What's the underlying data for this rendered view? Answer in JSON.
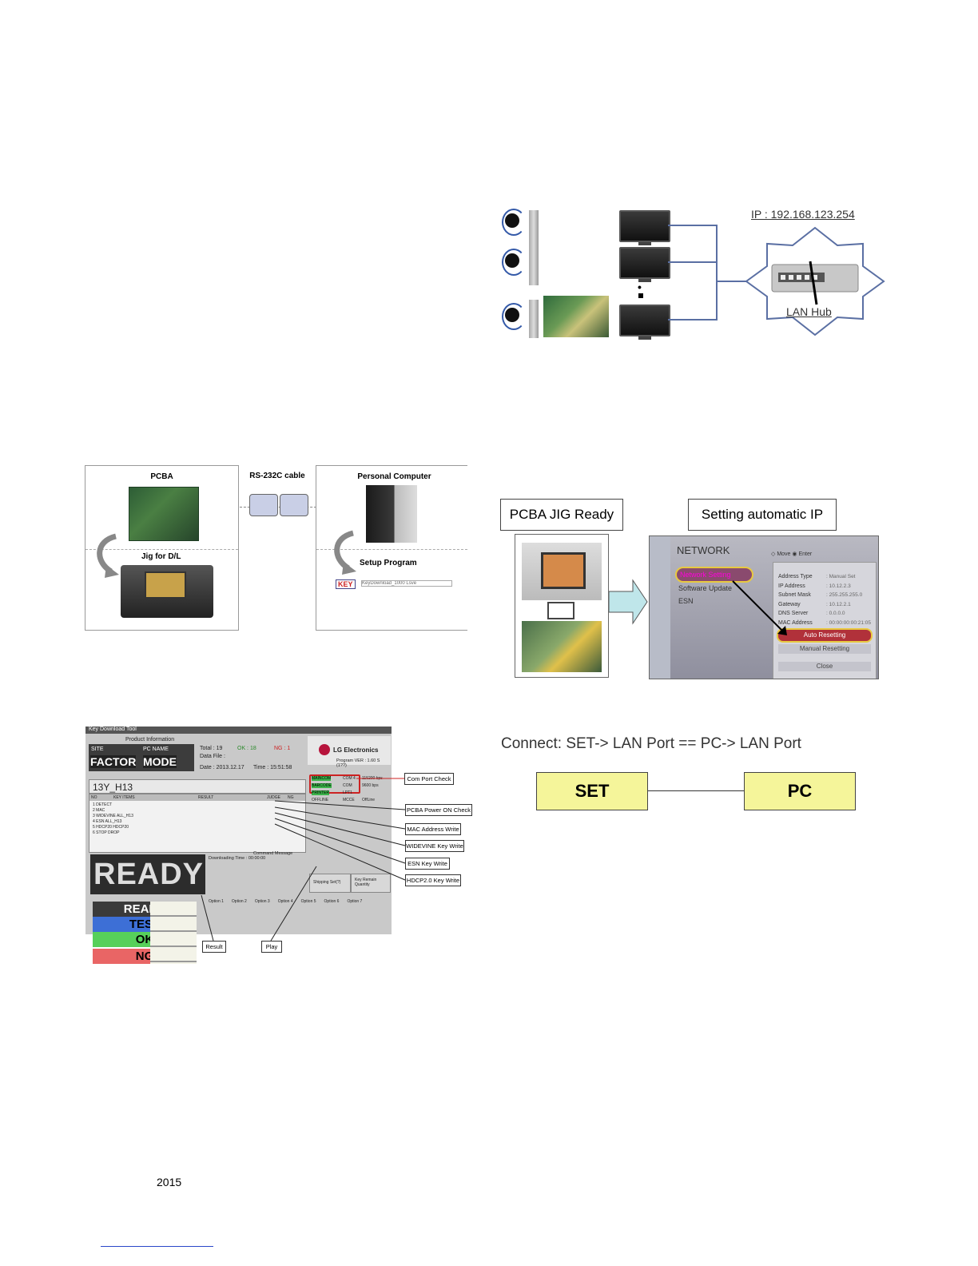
{
  "network": {
    "ip_label": "IP : 192.168.123.254",
    "hub_label": "LAN Hub",
    "dots": "•"
  },
  "pcba_diagram": {
    "pcba_title": "PCBA",
    "cable_title": "RS-232C cable",
    "pc_title": "Personal Computer",
    "jig_title": "Jig for D/L",
    "setup_title": "Setup Program",
    "key_logo": "KEY",
    "key_caption": "KeyDownload_1000 Lsve"
  },
  "jig_ready": {
    "left_label": "PCBA JIG Ready",
    "right_label": "Setting automatic IP",
    "menu_title": "NETWORK",
    "menu_hint": "◇ Move  ◉ Enter",
    "menu_items": [
      "Network Setting",
      "Software Update",
      "ESN"
    ],
    "fields": [
      "Address Type",
      "IP Address",
      "Subnet Mask",
      "Gateway",
      "DNS Server",
      "MAC Address"
    ],
    "values": [
      ": Manual Set",
      ": 10.12.2.3",
      ": 255.255.255.0",
      ": 10.12.2.1",
      ": 0.0.0.0",
      ": 00:00:00:00:21:05"
    ],
    "btn_auto": "Auto Resetting",
    "btn_manual": "Manual Resetting",
    "btn_close": "Close"
  },
  "tool": {
    "title": "Key Download Tool",
    "product_info": "Product Information",
    "site": "SITE",
    "pc_name": "PC NAME",
    "factor": "FACTOR",
    "mode": "MODE",
    "total": "Total : 19",
    "ok": "OK : 18",
    "ng": "NG : 1",
    "date_file": "Data File :",
    "date": "Date : 2013.12.17",
    "time": "Time : 15:51:58",
    "lg": "LG Electronics",
    "program_ver": "Program VER : 1.60 S (1??)",
    "ini_file": "13Y_H13",
    "cols": [
      "NO",
      "KEY ITEMS",
      "RESULT",
      "JUDGE",
      "NG"
    ],
    "rows": [
      "1  DETECT",
      "2  MAC",
      "3  WIDEVINE ALL_H13",
      "4  ESN ALL_H13",
      "5  HDCP20 HDCP20",
      "6  STOP DROP"
    ],
    "ports": [
      "MAINCOM",
      "BARCODE",
      "PRINTER",
      "OFFLINE"
    ],
    "port_vals": [
      "COM 4",
      "COM",
      "LPT1",
      "MCCE"
    ],
    "baud": [
      "115200 bps",
      "9600 bps",
      "",
      "OffLine"
    ],
    "ready": "READY",
    "dl_time": "Downloading Time : 00:00:00",
    "cmd_msg": "Command Message",
    "shipping": "Shipping Set(?)",
    "key_remain": "Key Remain Quantity",
    "options": [
      "Option 1",
      "Option 2",
      "Option 3",
      "Option 4",
      "Option 5",
      "Option 6",
      "Option 7"
    ],
    "callouts": [
      "Com Port Check",
      "PCBA Power ON Check",
      "MAC Address Write",
      "WIDEVINE Key Write",
      "ESN Key Write",
      "HDCP2.0 Key Write",
      "Result",
      "Play"
    ],
    "states": [
      "READY",
      "TEST",
      "OK",
      "NG"
    ]
  },
  "connect": {
    "text": "Connect: SET-> LAN Port == PC-> LAN Port",
    "set": "SET",
    "pc": "PC"
  },
  "footer": {
    "year": "2015"
  },
  "colors": {
    "line_blue": "#5a6fa3",
    "yellow_box": "#f5f59a",
    "teal_arrow": "#bfe6ea",
    "ready_bg": "#3a3a3a",
    "test_bg": "#3d6fd6",
    "ok_bg": "#57d05a",
    "ng_bg": "#e96565",
    "callout_red": "#cc2222"
  }
}
